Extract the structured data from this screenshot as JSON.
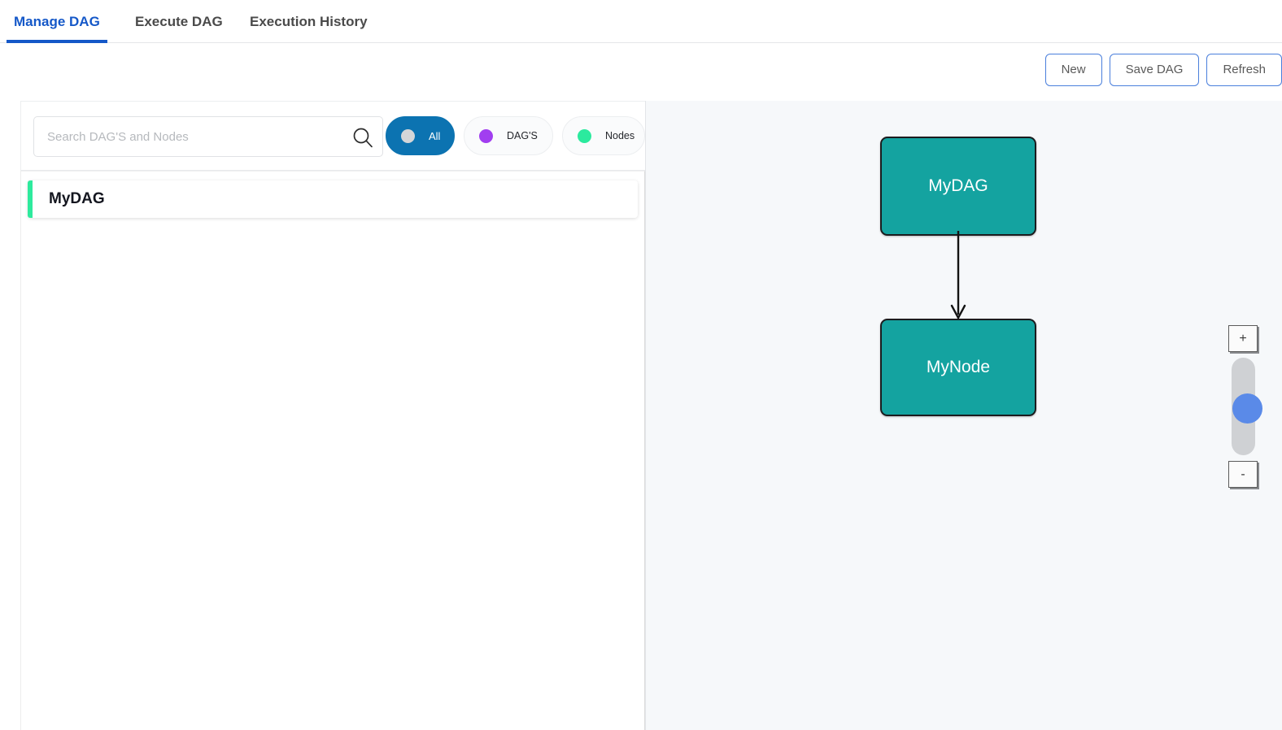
{
  "tabs": [
    {
      "label": "Manage DAG",
      "active": true
    },
    {
      "label": "Execute DAG",
      "active": false
    },
    {
      "label": "Execution History",
      "active": false
    }
  ],
  "toolbar": {
    "new_label": "New",
    "save_label": "Save DAG",
    "refresh_label": "Refresh"
  },
  "search": {
    "placeholder": "Search DAG'S and Nodes",
    "value": "",
    "icon": "search-icon"
  },
  "filters": [
    {
      "label": "All",
      "dot_color": "#d5d6d8",
      "active": true
    },
    {
      "label": "DAG'S",
      "dot_color": "#a13ef0",
      "active": false
    },
    {
      "label": "Nodes",
      "dot_color": "#2bea9e",
      "active": false
    }
  ],
  "back_button": {
    "icon": "arrow-left-circle-icon"
  },
  "list": {
    "items": [
      {
        "label": "MyDAG",
        "accent_color": "#2eea9d"
      }
    ]
  },
  "graph": {
    "node_color": "#14a3a0",
    "nodes": [
      {
        "id": "dag",
        "label": "MyDAG"
      },
      {
        "id": "node",
        "label": "MyNode"
      }
    ],
    "edges": [
      {
        "from": "dag",
        "to": "node"
      }
    ]
  },
  "zoom_control": {
    "in_label": "+",
    "out_label": "-",
    "thumb_color": "#5a8ae8"
  },
  "colors": {
    "accent_blue": "#1558c8",
    "pill_active": "#0c73b1",
    "teal": "#14a3a0",
    "green": "#2eea9d",
    "canvas_bg": "#f6f8fa"
  }
}
